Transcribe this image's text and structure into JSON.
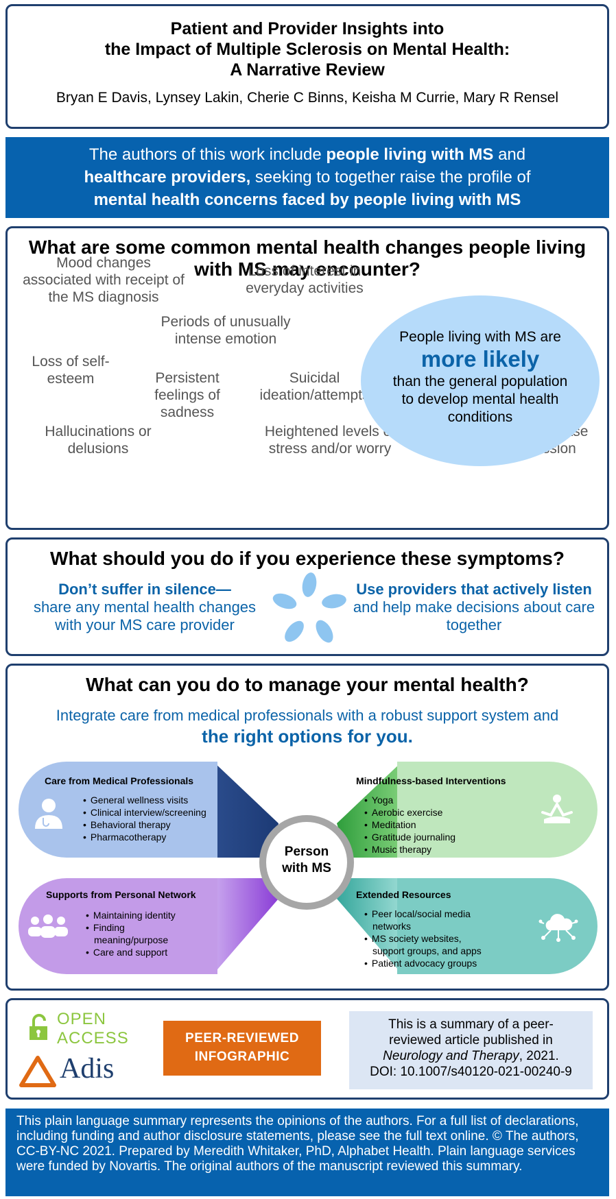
{
  "header": {
    "title_line1": "Patient and Provider Insights into",
    "title_line2": "the Impact of Multiple Sclerosis on Mental Health:",
    "title_line3": "A Narrative Review",
    "authors": "Bryan E Davis, Lynsey Lakin, Cherie C Binns, Keisha M Currie, Mary R Rensel"
  },
  "banner": {
    "t1": "The authors of this work include ",
    "b1": "people living with MS",
    "t2": " and",
    "b2": "healthcare providers,",
    "t3": " seeking to together raise the profile of",
    "b3": "mental health concerns faced by people living with MS"
  },
  "section1": {
    "heading": "What are some common mental health changes people living with MS may encounter?",
    "items": {
      "mood": "Mood changes associated with receipt of the MS diagnosis",
      "interest": "Loss of interest in everyday activities",
      "emotion": "Periods of unusually intense emotion",
      "esteem": "Loss of self-esteem",
      "sadness": "Persistent feelings of sadness",
      "suicidal": "Suicidal ideation/attempts",
      "halluc": "Hallucinations or delusions",
      "stress": "Heightened levels of stress and/or worry",
      "fear": "Fear of disease progression"
    },
    "ellipse": {
      "line1": "People living with MS are",
      "emph": "more likely",
      "line3": "than the general population to develop mental health conditions"
    }
  },
  "section2": {
    "heading": "What should you do if you experience these symptoms?",
    "left_bold": "Don’t suffer in silence—",
    "left_text": "share any mental health changes with your MS care provider",
    "right_bold": "Use providers that actively listen",
    "right_text": " and help make decisions about care together",
    "icon": "hands-circle-icon"
  },
  "section3": {
    "heading": "What can you do to manage your mental health?",
    "sub1": "Integrate care from medical professionals with a robust support system and",
    "sub2": "the right options for you.",
    "center": "Person with MS",
    "medical": {
      "title": "Care from Medical Professionals",
      "items": [
        "General wellness visits",
        "Clinical interview/screening",
        "Behavioral therapy",
        "Pharmacotherapy"
      ],
      "color": "#a9c3ec",
      "icon": "doctor-icon"
    },
    "mindfulness": {
      "title": "Mindfulness-based Interventions",
      "items": [
        "Yoga",
        "Aerobic exercise",
        "Meditation",
        "Gratitude journaling",
        "Music therapy"
      ],
      "color": "#bfe7bd",
      "icon": "meditation-icon"
    },
    "personal": {
      "title": "Supports from Personal Network",
      "items": [
        "Maintaining identity",
        "Finding meaning/purpose",
        "Care and support"
      ],
      "color": "#c39be8",
      "icon": "group-icon"
    },
    "extended": {
      "title": "Extended Resources",
      "items": [
        "Peer local/social media networks",
        "MS society websites, support groups, and apps",
        "Patient advocacy groups"
      ],
      "color": "#7cccc4",
      "icon": "cloud-network-icon"
    }
  },
  "section4": {
    "open": "OPEN",
    "access": "ACCESS",
    "publisher": "Adis",
    "peer_line1": "PEER-REVIEWED",
    "peer_line2": "INFOGRAPHIC",
    "summary1": "This is a summary of a peer-reviewed article published in",
    "journal": "Neurology and Therapy",
    "year": ", 2021.",
    "doi": "DOI: 10.1007/s40120-021-00240-9"
  },
  "footer": {
    "text": "This plain language summary represents the opinions of the authors. For a full list of declarations, including funding and author disclosure statements, please see the full text online. © The authors, CC-BY-NC 2021. Prepared by Meredith Whitaker, PhD, Alphabet Health. Plain language services were funded by Novartis. The original authors of the manuscript reviewed this summary."
  },
  "colors": {
    "navy": "#1f3f6e",
    "blue": "#0762ae",
    "accent_text": "#0b63a8",
    "ellipse": "#b6dbfa",
    "orange": "#e06a14",
    "green_logo": "#8cc63f"
  }
}
